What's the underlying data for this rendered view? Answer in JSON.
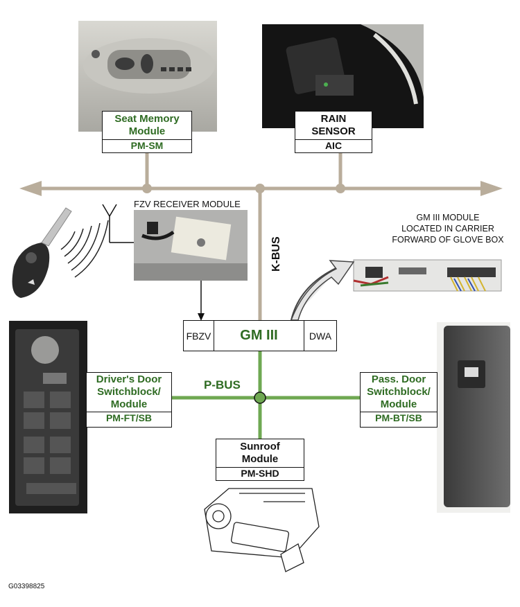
{
  "colors": {
    "kbus": "#b9ad9b",
    "pbus": "#6fa852",
    "green_text": "#2e6b22",
    "photo_dark": "#1e1e1e",
    "photo_gray": "#9a9a98"
  },
  "labels": {
    "fzv_receiver": "FZV RECEIVER MODULE",
    "kbus": "K-BUS",
    "pbus": "P-BUS",
    "gm3_location_line1": "GM III MODULE",
    "gm3_location_line2": "LOCATED IN CARRIER",
    "gm3_location_line3": "FORWARD OF GLOVE BOX",
    "figure_id": "G03398825"
  },
  "modules": {
    "seat_memory": {
      "line1": "Seat Memory",
      "line2": "Module",
      "code": "PM-SM"
    },
    "rain_sensor": {
      "line1": "RAIN",
      "line2": "SENSOR",
      "code": "AIC"
    },
    "gm3": {
      "left": "FBZV",
      "center": "GM III",
      "right": "DWA"
    },
    "drivers_door": {
      "line1": "Driver's Door",
      "line2": "Switchblock/",
      "line3": "Module",
      "code": "PM-FT/SB"
    },
    "pass_door": {
      "line1": "Pass. Door",
      "line2": "Switchblock/",
      "line3": "Module",
      "code": "PM-BT/SB"
    },
    "sunroof": {
      "line1": "Sunroof",
      "line2": "Module",
      "code": "PM-SHD"
    }
  },
  "icons": {
    "key_fob": "key-fob-icon",
    "antenna": "antenna-icon",
    "curved_arrow": "curved-arrow-icon"
  }
}
